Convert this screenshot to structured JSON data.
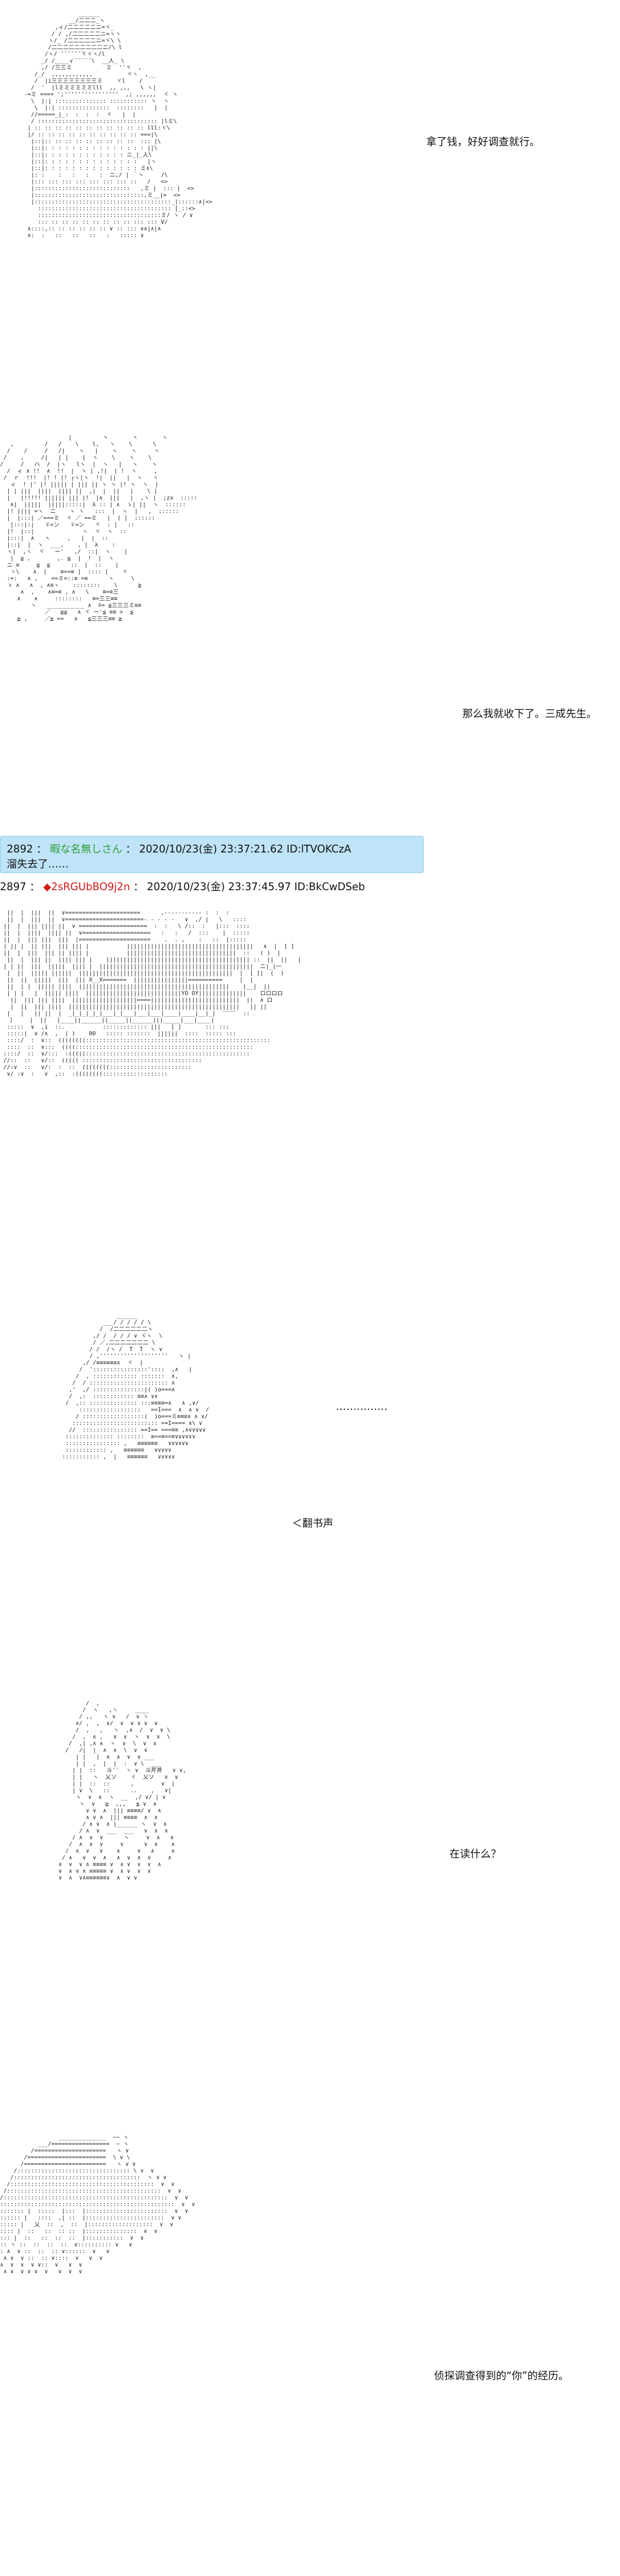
{
  "panel1": {
    "caption": "拿了钱，好好调查就行。",
    "art": "                 ______\n              __/二二二_ヽ\n          ,ィ/二二二二二ニ=ヾ_\n         / / ,/二二二二二ニ=ヽヽ\n        ヽ/_ /二二二二二ニ=ヾ\\ \\\n        /二二二二二二二二二ニ/\\ l\n       /ヽ/ ̄ ̄ ̄ ̄ ̄ ̄ ̄ヾヾヽ/l\n      _/ /____ィ¨¨¨¨¨\\  __人_ \\\n      ,/ /三三ミ          ミ  '¨ヾ  ,\n    /_/  ,,,,,,,,,,,,          ヾヽ  ,__\n    /  |i三三三三三三三三ミ    ヾl    /\n   /  '  |lミミミミミミlll  ,, ,,,   \\ ヽ|\n -=ミ ==== ';''''''''''''''''  ,; ,,,,,,  ヾ ヽ\n   \\  |:| ::::::::::::::: ::::::::::: ヽ  ヽ\n    \\  |:| :::::::::::::::  ::::::::   |  |\n   //=====_|_:  :  :  :  ヾ   |  |\n   / ::::::::::::::::::::::::::::::::::: |lミ\\\n  | :: :: :: :: :: :: :: :: :: :: :: lll:ヾ\\\n  |/ :: :: :: :: :: :: :: :: :: :: ===|\\\n   |::|:: :: :: :: :: :: :: :: ::  ::: |\\\n   |::|: : : : : : : : : : : : : : : ||\\\n   |::|: : : : : : : : : : : : ニ_|_人\\\n   |::|: : : : : : : : : : : : : :   |ヽ\n   |::|: : : : : : : : : : : : : : ミ∧\\\n   |: :    :   :   :   :  ニ,/ | ｀ヽ     /\\\n   |::: ::: ::: ::: ::: ::: ::: ::   /   <>\n   |::::::::::::::::::::::::::::   ,ミ |  ::: |  <>\n   |::::::::::::::::::::::::::::::::,ミ__|>  <>\n   |::::::::::::::::::::::::::::::::::::::::_|::::::∧|<>\n     ::::::::::::::::::::::::::::::::::::::: ̄|_::<>\n     ::::::::::::::::::::::::::::::::::::ミ/ ヽ / ∨\n     ::: :: :: :: :: :: :: :: :: ::: ::: V/\n  ∧::::,:: :: :: :: :: :: ∨ :: ::: ∨∧|∧|∧\n  ∧:  :   ::   ::   ::   :   ::::: ∨\n"
  },
  "panel2": {
    "caption": "那么我就收下了。三成先生。",
    "art": "                    |         ヽ       ヽ       ヽ\n   ,         /   /    \\    l,   ヽ    \\      \\\n  /    /     /   /|    ヽ   |    ヽ    ヽ     ヽ\n /    ,     /|   | |    |  ヽ    \\    ヽ    \\\n/     /   ハ  /  |ヽ   lヽ  |  ヽ   |   ヽ    ヽ\n  /  ィ ∧ !!  ∧  !!  |  ヽ | ,!|  | !  ヽ     ,\n /  ｒ  !!!  |! ! |! ┌ヽ|ヽ  !|  ||   |  ヽ   ヽ\n   ィ  ! |' |! ||||| | ||| || ヽ ヽ |! ヽ  ヽ  |\n  | | |||  ||||  |||| ||  ,|  |  ||   |    \\ |\n  |   |!!!!! |||||| ||| |!  |∧  |||   |  ,ヽ |  ;zx  :::::\n   ∧|  |||||  |||||:::::|  λ :: | ∧  ゝ| ||  ヽ  ::::::\n  |! |||| =ヽ  ニ    ヽ ヽ   :::  |  ヽ  |   ,  ::::::\n  |  |:::| ／===ミ  ヾ ／ ==ミ   |  ( |  ::::::\n   |:::|:|   ゞ=ン   ゞ=ン   ヾ  : |   ::\n  |!  |::|              ヽ  ヾ  ヽ  ::\n  |:::|  ∧   ヽ     ,   |  |  ::\n  |::|  |  ヽ  ___,    , |  λ    :\n  ヽ|  ,ヽ  ヾ   ー'   ,/  ::|  ヽ    |\n   |  ≧ 、       ,. ≦  |  !  |  ヽ\n  ニ ≡     ≧  ≦      ::  |  ::    |\n   ヽ\\    ∧  |    ≡==≡ |  :::: |    ヾ\n  :=:   ∧ ,    ==ミ=::≡ =≡      ヽ     \\\n  ゝ ∧   ∧  , ∧≡ヽ    ::::::::    \\      ≧\n      ∧  ,    ∧≡=≡ , ∧   \\    ≡=≡三\n     ∧    ∧     ::::::::   ≡=三三≡≡\n         ヽ   ___________ ∧  ̄>= ≦三三三ミ≡≡\n             ／   ≧≦   ∧ ヾ ー'≦ ≡≡ >  ≦\n     ≧ ,     ／≧ ==   ∧   ≦三三三≡≡ ≧\n"
  },
  "post2892": {
    "number": "2892",
    "sep": "：",
    "name": "暇な名無しさん",
    "date": "2020/10/23(金) 23:37:21.62 ID:lTVOKCzA",
    "body": "溜失去了……"
  },
  "post2897": {
    "number": "2897",
    "sep": "：",
    "trip": "◆2sRGUbBO9j2n",
    "date": "2020/10/23(金) 23:37:45.97 ID:BkCwDSeb"
  },
  "panel3": {
    "art": "  ||  |  |||  ||  ∨======================      ,----------- :  :  :\n  ||  |  |||  ||  ∨=======================- - - - -   ∨  ,/ |   \\   ::::\n ||  |  ||| |||| ||  ∨ ====================  :  :   \\ /::  :   |:::  ::::\n ||  |  ||||  |||| ||  ∨====================   :   :   /  :::    |  :::::\n ||  |  ||| |||  |||  |=====================    .  . ,    :   ::  |:::::\n | || |  || |||  ||| ||| |           |||||||||||||||||||||||||||||||||||||   ∧  |  [ ]\n ||  |  |||  ||| || |||| |           ||||||||||||||||||||||||||||||||  ::   ( )  |\n  ||  |  ||| ||  |||| ||| |    |||||||||||||||||||||||||||||||||||||||||| ::  ||  ||   |\n | | ||  |||  |||||  |||| |  |||||||||||||||||||||||||||||||||||||||||||||  ニ|_|一\n  |  ||  ||||| ||||||  |||||||||||||||||||||||||||||||||||||||||||||  |  [ ]|  (  )\n  ||  ||  |||||  |||  ||| X__X=======  ||||||||||||||||==========     |  |\n  ||  | |  ||||| ||||  ||||||||||||||||||||||||||||||||||||||||||||    |__|  ||\n  | | |   |  ||||| ||||  ||||||||||||||||||||||||||||YO OY||||||||||||||    ロロロロ\n   ||  ||| ||| ||||  |||||||||||||||||||====||||||||||||||||||||||||||  ||  ∧ ロ\n   |  ||  ||| ||||  ||||||||||||||||||||||||||||||||||||||||||||||||||   || ||\n  |   |   || ||  |  _|_|_|_|_|___|_|___|___|___|____|____|__|_|  ‾‾‾‾  ::\n   ｝    |  ||   |____||______||_____||______|||_____|___|____|\n  :::::  ∨  ,i  ::.           ::::::::::::: |||   [ ]       ::: :::\n  :::::|  ∨ /∧  ,  ( )    00   ::::: :::::::  ||||||  ::::  ::::: :::\n  ::::/  :  ∨::  ((((((((::::::::::::::::::::::::::::::::::::::::::::::::::::::\n  ::::  ::  ∨:::  ((((::::::::::::::::::::::::::::::::::::::::::::::::::::\n ::::/  ::  ∨/:::  :(((((::::::::::::::::::::::::::::::::::::::::::::::::\n //::  ::   ∨/::  ((((( :::::::::::::::::::::::::::::::::::\n //:∨  ::   ∨/:  :  ::  ((((((((::::::::::::::::::::::::\n  ∨/ :∨  :   ∨  ,::  :((((((((:::::::::::::::::::\n"
  },
  "panel4": {
    "dots": "……………",
    "sfx": "＜翻书声",
    "art": "                ______\n            ___/ / / / / \\\n           /  /二二二二二二ヽ\n         ,/ /  / / / ∨ ヾヽ  \\\n         / ／,二二二二二二二 \\\n        / /  /ヽ /  T  T  ヽ ∨\n        / ,''''''''''''''''''''   ヽ |\n      ,/ /≡≡≡≡≡≡∧  ヾ  |\n     /  '::::::::::::::::'::::  ,∧   |\n    /  , ::::::::::::: :::::::  ∧,\n   /  / ::::::::::::::::::::::: ∧\n  ,'  ,/ :::::::::::::::|( )o===∧\n  /  ,:  :::::::::::: ≡≡∧ ∨∧\n /  ,:: :::::::::::::: :::≡≡≡≡=∧   ∧ ,∨/\n     ::::::::::::::::::   ==I===  ∧  ∧ ∨  /\n    / ::::::::::::::::::(  )o===ミ≡≡≡∧ ∧ ∨/\n   ::::::::::::::::::::::::: ==I==== ∧\\ ∨\n  //  :::::::::::::::: ==I== ===≡≡ ,∧∨∨∨∨∨\n :::::::::::::: ::::::::  ≡==≡==≡∨∨∨∨∨∨\n :::::::::::::::: ,   ≡≡≡≡≡≡   ∨∨∨∨∨∨\n :::::::::::: ,   ≡≡≡≡≡≡   ∨∨∨∨∨\n::::::::::: ,  |   ≡≡≡≡≡≡   ∨∨∨∨∨\n"
  },
  "panel5": {
    "caption": "在读什么？",
    "art": "          /  ,\n         /  ヽ   ,ヽ     ____\n        / ,,   ヽ ∨   /  ∨ ヽ\n       ∧/ ,  ,  ∨/  ∨  ∨ ∨ ∨  ∨\n       /  ,   ,   ヽ  ,∧  /  ∨  ∨ \\\n      /  ,  ∧ ,   ∨  ∨  ヽ  ∨  ∨  \\\n     /  ,| ,∧ ∧  ヽ  ∨  \\  ∨  ∨\n    /   /|  |  ∧  ∧  \\  ∨  ∨\n       | |   |  ∧  ∧  ∨  ∨ ___\n       | |  ,  |  |  :  ∨ \\  ___\n      | |  ::   斗¨¨  ヽ ∨  斗芹斧   ∨ ∨,\n      | |   ヽ  乂ソ    ヾ  乂ソ   ∨  ∨\n      | |  ::  ::      ,        ∨  |\n      | ∨  \\   ::      ..    ,   ∨|\n       ヽ  ∨  ∧  ヽ  __  ,/ ∨/ | ∨\n        ヽ  ∨   ≧  ,,,   ≦ ∨  ∧\n          ∨ ∨  ∧  ||| ≡≡≡≡/ ∨  ∧\n          ∧ ∨ ∧  ||| ≡≡≡≡  ∧  ∧\n         / ∧ ∨  ∧ |______ ヽ  ∨  ∧\n        / ∧  ∨  ___  ___   ∨  ∧  ∧\n      / ∧  ∨  ∨      ヽ     ∨  ∧   ∧\n     /  ∧  ∨  ∨     ∨      ∨  ∧    ∧\n    /  ∧  ∨   ∨    ∧     ∨   ∧     ∧\n   / ∧   ∨  ∨  ∧   ∧  ∨  ∧  ∨     ∧\n  ∧  ∨  ∨ ∧ ≡≡≡≡ ∨  ∧ ∨  ∨  ∨  ∧\n  ∨  ∧ ∨ ∧ ≡≡≡≡≡ ∨  ∧ ∨  ∨  ∨\n  ∨  ∧  ∨∧≡≡≡≡≡≡∨  ∧  ∨ ∨\n"
  },
  "panel6": {
    "caption": "侦探调查得到的“你”的经历。",
    "art": "                 ______________  ~~ ヽ\n           ___/=================  ~ ヽ\n         /=====================   ヽ ∨\n       /=======================  \\ ∨ \\\n      /========================   ヽ ∨ ∨\n    /::::::::::::::::::::::::::::::::: \\ ∨  ∨\n   /:::::::::::::::::::::::::::::::::::::  ヽ ∨ ∨\n  /::::::::::::::::::::::::::::::::::::::::::  ∨  ∨\n /:::::::::::::::::::::::::::::::::::::::::::::  ∨  ∨\n/::::::::::::::::::::::::::::::::::::::::::::::::  ∨  ∨\n:::::::::::::::::::::::::::::::::::::::::::::::::::  ∨  ∨\n::::::: |  :::::  |:::  |::::::::::::::::::::::::  ∨  ∨\n:::::: |   ::::  ,| ::  |:::::::::::::::::::::::  ∨ ∨\n::::: |   乂  ::  ,  ::  |:::::::::::::::::::  ∨  ∨\n:::: |  ::   ::  :: ::  |:::::::::::::::  ∨  ∨\n::: |  ::   ::  ::  ::  |:::::::::::  ∨  ∨\n:: ヽ ::  ::  ::  ::  ∨:::::::::: ∨   ∨\n: ∧  ∨ ::  ::  :: ∨::::::  ∨   ∨\n ∧ ∨  ∨ ::  :: ∨::::  ∨   ∨  ∨\n∧  ∨  ∨  ∨ ∨::  ∨   ∨  ∨\n ∧ ∨  ∨ ∨ ∨  ∨   ∨  ∨  ∨\n"
  }
}
